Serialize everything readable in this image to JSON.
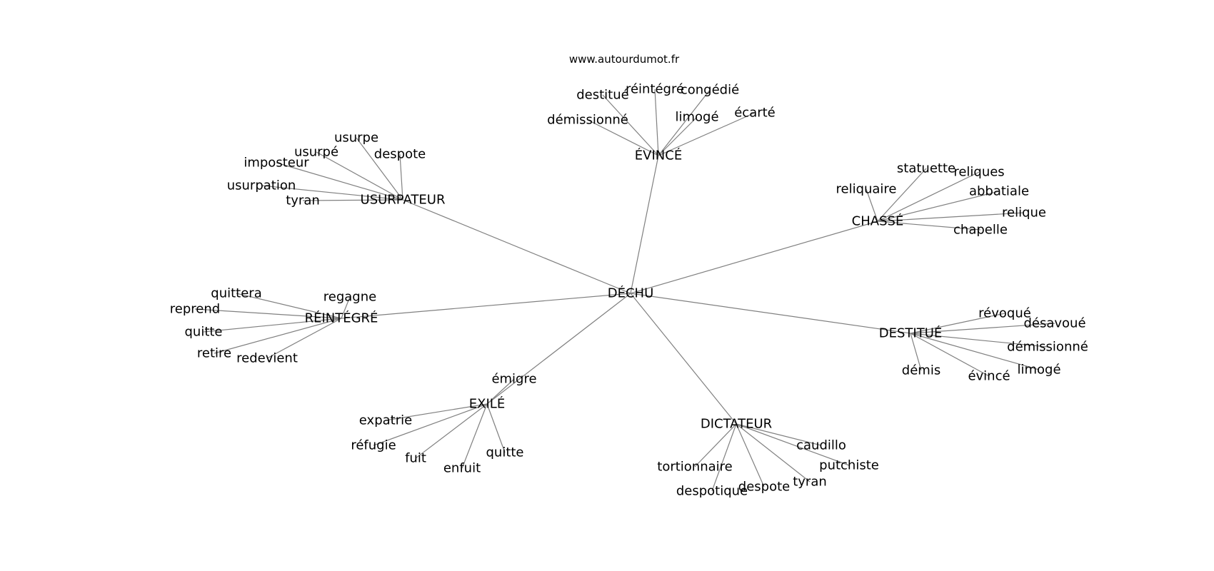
{
  "watermark": "www.autourdumot.fr",
  "graph": {
    "center": "DÉCHU",
    "clusters": [
      {
        "hub": "ÉVINCÉ",
        "leaves": [
          "destitué",
          "réintégré",
          "congédié",
          "démissionné",
          "limogé",
          "écarté"
        ]
      },
      {
        "hub": "USURPATEUR",
        "leaves": [
          "usurpe",
          "usurpé",
          "despote",
          "imposteur",
          "usurpation",
          "tyran"
        ]
      },
      {
        "hub": "CHASSÉ",
        "leaves": [
          "statuette",
          "reliques",
          "reliquaire",
          "abbatiale",
          "relique",
          "chapelle"
        ]
      },
      {
        "hub": "RÉINTÉGRÉ",
        "leaves": [
          "quittera",
          "regagne",
          "reprend",
          "quitte",
          "retire",
          "redevient"
        ]
      },
      {
        "hub": "DESTITUÉ",
        "leaves": [
          "révoqué",
          "désavoué",
          "démissionné",
          "démis",
          "évincé",
          "limogé"
        ]
      },
      {
        "hub": "EXILÉ",
        "leaves": [
          "émigre",
          "expatrie",
          "réfugie",
          "fuit",
          "enfuit",
          "quitte"
        ]
      },
      {
        "hub": "DICTATEUR",
        "leaves": [
          "caudillo",
          "putchiste",
          "tortionnaire",
          "despotique",
          "despote",
          "tyran"
        ]
      }
    ]
  }
}
